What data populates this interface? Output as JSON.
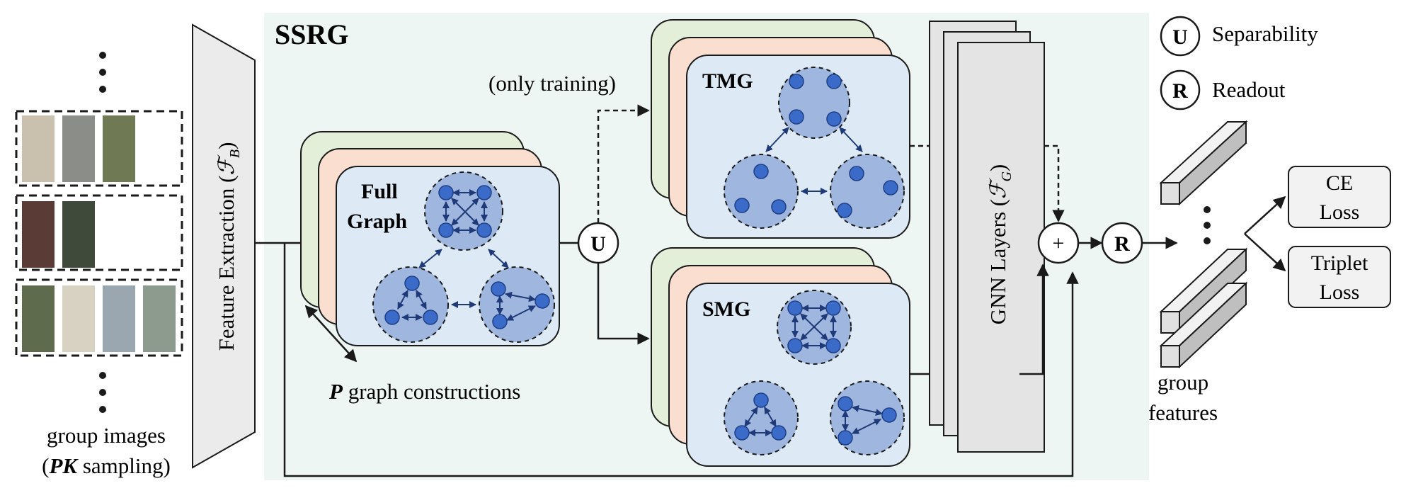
{
  "module": {
    "title": "SSRG"
  },
  "left": {
    "caption_line1": "group images",
    "caption_pk": "PK",
    "caption_line2_rest": " sampling)",
    "caption_open": "("
  },
  "feature_extraction": {
    "label": "Feature Extraction (",
    "symbol": "ℱ",
    "sub": "B",
    "close": ")"
  },
  "full_graph": {
    "line1": "Full",
    "line2": "Graph"
  },
  "p_graph": {
    "symbol": "P",
    "text": " graph constructions"
  },
  "only_training": "(only training)",
  "tmg": {
    "label": "TMG"
  },
  "smg": {
    "label": "SMG"
  },
  "gnn": {
    "label": "GNN  Layers (",
    "symbol": "ℱ",
    "sub": "G",
    "close": ")"
  },
  "ops": {
    "separability_symbol": "U",
    "readout_symbol": "R",
    "sum_symbol": "+"
  },
  "legend": {
    "separability": "Separability",
    "readout": "Readout"
  },
  "losses": {
    "ce_line1": "CE",
    "ce_line2": "Loss",
    "triplet_line1": "Triplet",
    "triplet_line2": "Loss"
  },
  "group_features": {
    "line1": "group",
    "line2": "features"
  },
  "colors": {
    "panel_bg": "#eef6f4",
    "card_green": "#e3efd9",
    "card_peach": "#fadfd1",
    "card_blue": "#dde9f4",
    "cluster_fill": "#9fb6de",
    "node_fill": "#3a6bc9",
    "node_stroke": "#1f3f86",
    "edge": "#1f3a78"
  }
}
